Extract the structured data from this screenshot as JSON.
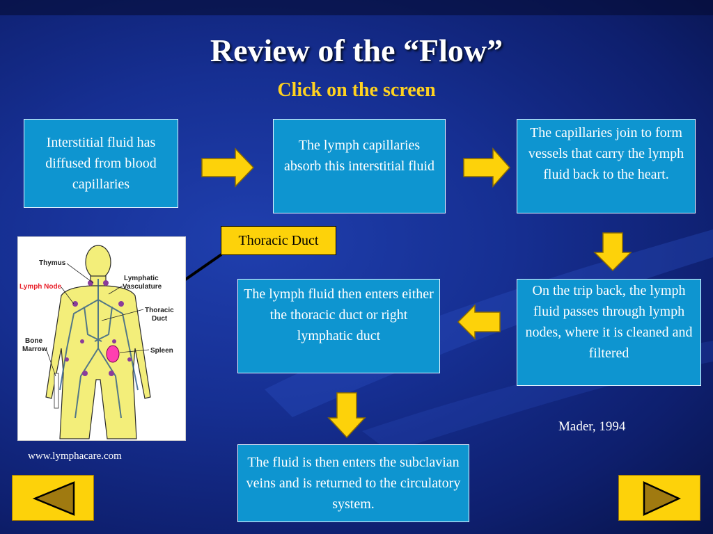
{
  "title": "Review of the “Flow”",
  "subtitle": "Click on the screen",
  "boxes": {
    "step1": "Interstitial fluid has diffused from blood capillaries",
    "step2": "The lymph capillaries absorb this interstitial fluid",
    "step3": "The capillaries join to form vessels that carry the lymph fluid back to the heart.",
    "step4": "On the trip back, the lymph fluid passes through lymph nodes, where it is cleaned and filtered",
    "step5": "The lymph fluid then enters either the thoracic duct or right lymphatic duct",
    "step6": "The fluid is then enters the subclavian veins and is returned to the circulatory system."
  },
  "callout": "Thoracic Duct",
  "figure_labels": {
    "thymus": "Thymus",
    "lymph_node": "Lymph Node",
    "lymphatic_vasculature": "Lymphatic\nVasculature",
    "thoracic_duct": "Thoracic\nDuct",
    "bone_marrow": "Bone\nMarrow",
    "spleen": "Spleen"
  },
  "source_url": "www.lymphacare.com",
  "citation": "Mader, 1994",
  "nav": {
    "prev_icon": "triangle-left-icon",
    "next_icon": "triangle-right-icon"
  },
  "colors": {
    "box_fill": "#0e95d0",
    "arrow_fill": "#fdd20a",
    "subtitle": "#ffd21f",
    "lymph_node_label": "#e8202a"
  }
}
